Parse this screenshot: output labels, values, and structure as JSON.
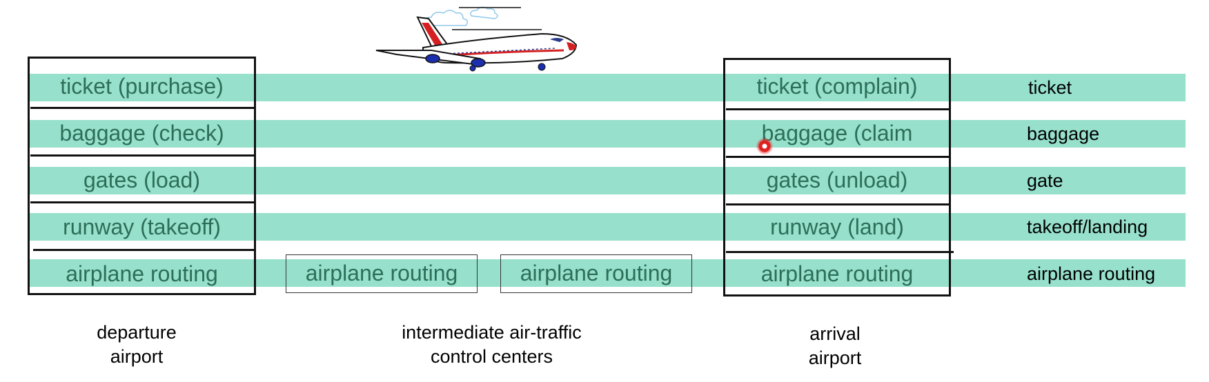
{
  "departure": {
    "layers": [
      "ticket (purchase)",
      "baggage (check)",
      "gates (load)",
      "runway (takeoff)",
      "airplane routing"
    ],
    "caption_line1": "departure",
    "caption_line2": "airport"
  },
  "intermediate": {
    "boxes": [
      "airplane routing",
      "airplane routing"
    ],
    "caption_line1": "intermediate air-traffic",
    "caption_line2": "control centers"
  },
  "arrival": {
    "layers": [
      "ticket (complain)",
      "baggage (claim",
      "gates (unload)",
      "runway (land)",
      "airplane routing"
    ],
    "caption_line1": "arrival",
    "caption_line2": "airport"
  },
  "legend": [
    "ticket",
    "baggage",
    "gate",
    "takeoff/landing",
    "airplane routing"
  ],
  "colors": {
    "band": "#96e0cc",
    "layer_text": "#2e6e58",
    "box_border": "#111111"
  },
  "icons": {
    "airplane": "airplane-icon",
    "pointer": "laser-pointer-dot"
  }
}
